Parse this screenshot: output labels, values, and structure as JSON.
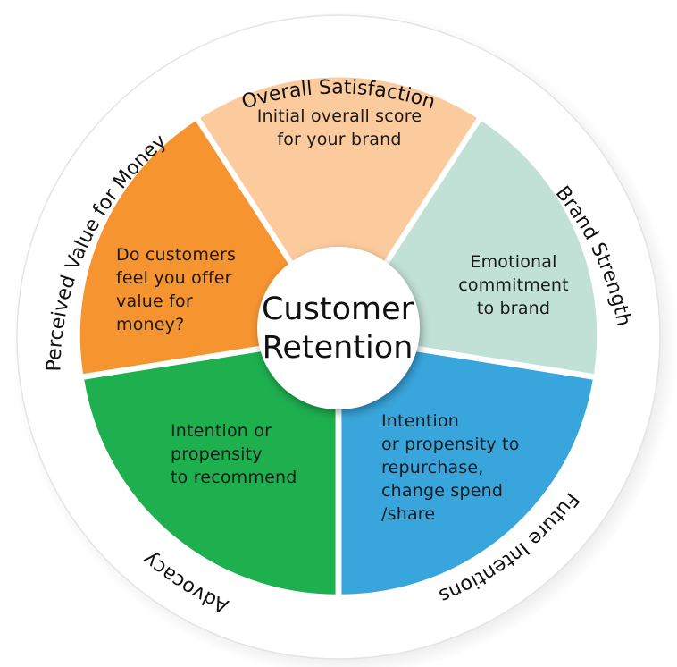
{
  "center": {
    "label": "Customer\nRetention"
  },
  "segments": [
    {
      "key": "satisfaction",
      "ring_label": "Overall Satisfaction",
      "text": "Initial overall score\nfor your brand",
      "color": "#fbcb9e"
    },
    {
      "key": "brand",
      "ring_label": "Brand Strength",
      "text": "Emotional\ncommitment\nto brand",
      "color": "#c1e0d6"
    },
    {
      "key": "future",
      "ring_label": "Future Intentions",
      "text": "Intention\nor propensity to\nrepurchase,\nchange spend\n/share",
      "color": "#38a6dc"
    },
    {
      "key": "advocacy",
      "ring_label": "Advocacy",
      "text": "Intention or\npropensity\nto recommend",
      "color": "#1eaf4f"
    },
    {
      "key": "value",
      "ring_label": "Perceived Value for Money",
      "text": "Do customers\nfeel you offer\nvalue for\nmoney?",
      "color": "#f69430"
    }
  ]
}
